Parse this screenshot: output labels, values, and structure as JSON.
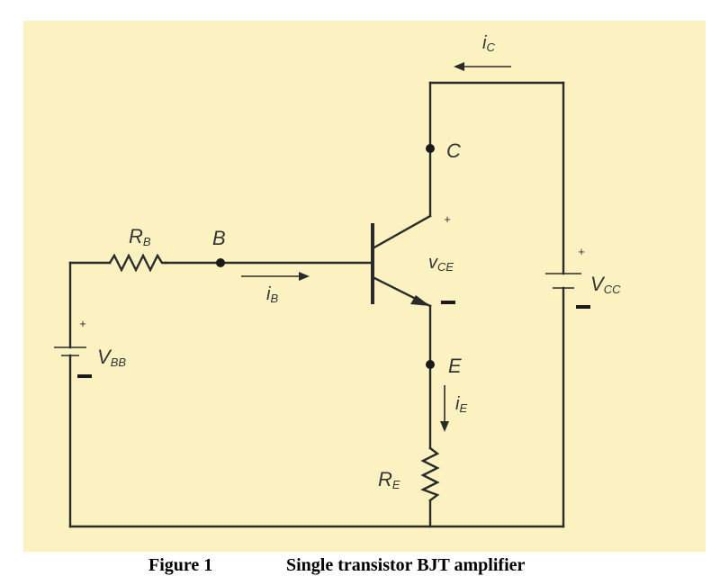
{
  "labels": {
    "rb": "R",
    "rb_sub": "B",
    "node_b": "B",
    "ib": "i",
    "ib_sub": "B",
    "vbb": "V",
    "vbb_sub": "BB",
    "ic": "i",
    "ic_sub": "C",
    "node_c": "C",
    "vce": "v",
    "vce_sub": "CE",
    "vcc": "V",
    "vcc_sub": "CC",
    "node_e": "E",
    "ie": "i",
    "ie_sub": "E",
    "re": "R",
    "re_sub": "E",
    "plus": "+",
    "minus": "–"
  },
  "caption": {
    "figure": "Figure 1",
    "title": "Single transistor BJT amplifier"
  },
  "colors": {
    "background": "#fcf2c1",
    "ink": "#2b2b2b"
  }
}
